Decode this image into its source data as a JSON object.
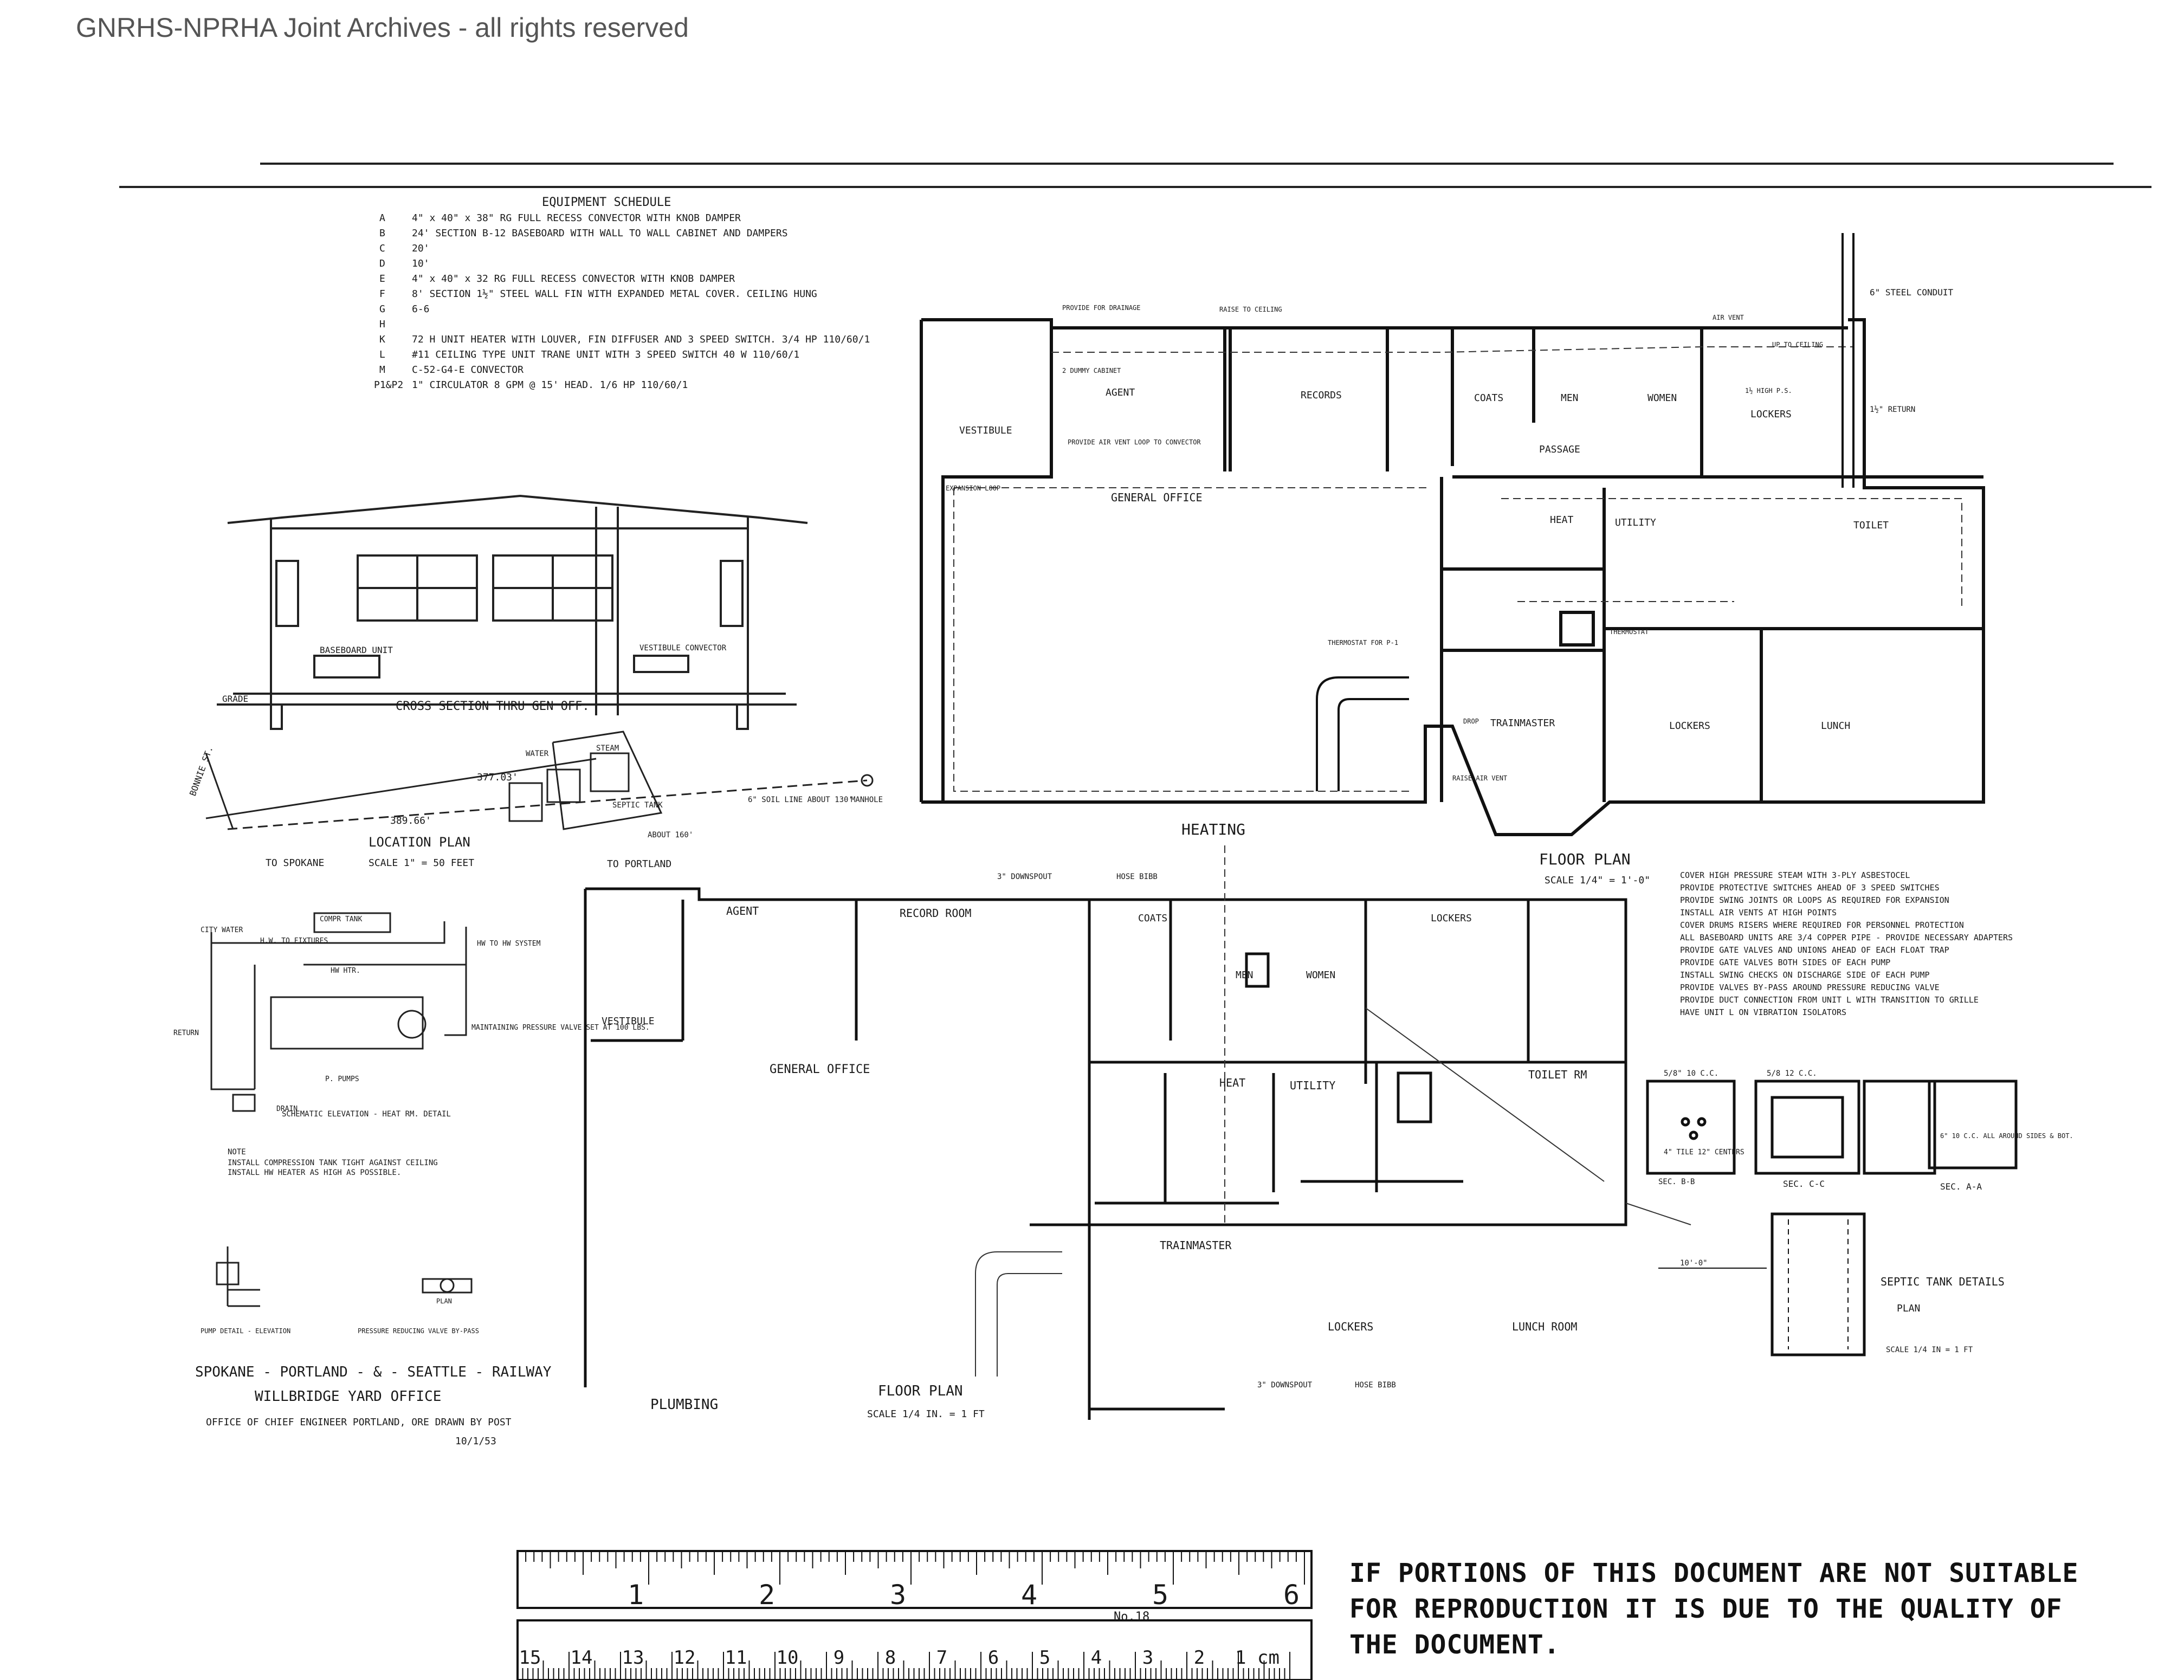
{
  "archive_header": "GNRHS-NPRHA Joint Archives - all rights reserved",
  "equipment_schedule": {
    "title": "EQUIPMENT SCHEDULE",
    "rows": [
      {
        "key": "A",
        "text": "4\" x 40\" x 38\" RG FULL RECESS CONVECTOR WITH KNOB DAMPER"
      },
      {
        "key": "B",
        "text": "24' SECTION B-12 BASEBOARD WITH WALL TO WALL CABINET AND DAMPERS"
      },
      {
        "key": "C",
        "text": "20'"
      },
      {
        "key": "D",
        "text": "10'"
      },
      {
        "key": "E",
        "text": "4\" x 40\" x 32 RG FULL RECESS CONVECTOR WITH KNOB DAMPER"
      },
      {
        "key": "F",
        "text": "8' SECTION 1½\" STEEL WALL FIN WITH EXPANDED METAL COVER. CEILING HUNG"
      },
      {
        "key": "G",
        "text": "6-6"
      },
      {
        "key": "H",
        "text": ""
      },
      {
        "key": "K",
        "text": "72 H UNIT HEATER WITH LOUVER, FIN DIFFUSER AND 3 SPEED SWITCH. 3/4 HP 110/60/1"
      },
      {
        "key": "L",
        "text": "#11 CEILING TYPE UNIT TRANE UNIT WITH 3 SPEED SWITCH 40 W 110/60/1"
      },
      {
        "key": "M",
        "text": "C-52-G4-E CONVECTOR"
      },
      {
        "key": "P1&P2",
        "text": "1\" CIRCULATOR 8 GPM @ 15' HEAD. 1/6 HP 110/60/1"
      }
    ]
  },
  "cross_section": {
    "title": "CROSS SECTION THRU GEN OFF.",
    "baseboard_unit": "BASEBOARD UNIT",
    "vestibule_convector": "VESTIBULE CONVECTOR",
    "grade": "GRADE"
  },
  "location_plan": {
    "title": "LOCATION PLAN",
    "scale": "SCALE 1\" = 50 FEET",
    "to_spokane": "TO SPOKANE",
    "to_portland": "TO PORTLAND",
    "street": "BONNIE ST.",
    "dim1": "377.03'",
    "dim2": "389.66'",
    "water": "WATER",
    "steam": "STEAM",
    "septic_tank": "SEPTIC TANK",
    "soil_line": "6\" SOIL LINE ABOUT 130'",
    "manhole": "MANHOLE",
    "about": "ABOUT 160'"
  },
  "heating_plan": {
    "title": "HEATING",
    "floor_plan": "FLOOR PLAN",
    "scale": "SCALE 1/4\" = 1'-0\"",
    "rooms": {
      "vestibule": "VESTIBULE",
      "agent": "AGENT",
      "records": "RECORDS",
      "coats": "COATS",
      "men": "MEN",
      "women": "WOMEN",
      "lockers_upper": "LOCKERS",
      "passage": "PASSAGE",
      "general_office": "GENERAL OFFICE",
      "heat": "HEAT",
      "utility": "UTILITY",
      "toilet": "TOILET",
      "trainmaster": "TRAINMASTER",
      "lockers_lower": "LOCKERS",
      "lunch": "LUNCH"
    },
    "notes": {
      "provide_drainage": "PROVIDE FOR DRAINAGE",
      "raise_ceiling": "RAISE TO CEILING",
      "dummy_cabinet": "2 DUMMY CABINET",
      "air_vent_loop": "PROVIDE AIR VENT LOOP TO CONVECTOR",
      "expansion_loop": "EXPANSION LOOP",
      "thermostat_p1": "THERMOSTAT FOR P-1",
      "thermostat": "THERMOSTAT",
      "conduit": "6\" STEEL CONDUIT",
      "return": "1½\" RETURN",
      "air_vent": "AIR VENT",
      "up_to_ceiling": "UP TO CEILING",
      "drop": "DROP",
      "raise_air_vent": "RAISE AIR VENT",
      "high_ps": "1½ HIGH P.S."
    }
  },
  "general_notes": [
    "COVER HIGH PRESSURE STEAM WITH 3-PLY ASBESTOCEL",
    "PROVIDE PROTECTIVE SWITCHES AHEAD OF 3 SPEED SWITCHES",
    "PROVIDE SWING JOINTS OR LOOPS AS REQUIRED FOR EXPANSION",
    "INSTALL AIR VENTS AT HIGH POINTS",
    "COVER DRUMS RISERS WHERE REQUIRED FOR PERSONNEL PROTECTION",
    "ALL BASEBOARD UNITS ARE 3/4 COPPER PIPE - PROVIDE NECESSARY ADAPTERS",
    "PROVIDE GATE VALVES AND UNIONS AHEAD OF EACH FLOAT TRAP",
    "PROVIDE GATE VALVES BOTH SIDES OF EACH PUMP",
    "INSTALL SWING CHECKS ON DISCHARGE SIDE OF EACH PUMP",
    "PROVIDE VALVES BY-PASS AROUND PRESSURE REDUCING VALVE",
    "PROVIDE DUCT CONNECTION FROM UNIT L WITH TRANSITION TO GRILLE",
    "HAVE UNIT L ON VIBRATION ISOLATORS"
  ],
  "schematic": {
    "title": "SCHEMATIC ELEVATION - HEAT RM. DETAIL",
    "city_water": "CITY WATER",
    "hw_to_fixtures": "H.W. TO FIXTURES",
    "comp_tank": "COMPR TANK",
    "hw_heater": "HW HTR.",
    "hw_supply": "HW TO HW SYSTEM",
    "return": "RETURN",
    "drain": "DRAIN",
    "pump": "P. PUMPS",
    "reducing_valve": "MAINTAINING PRESSURE VALVE SET AT 100 LBS.",
    "note_title": "NOTE",
    "note1": "INSTALL COMPRESSION TANK TIGHT AGAINST CEILING",
    "note2": "INSTALL HW HEATER AS HIGH AS POSSIBLE.",
    "pump_detail": "PUMP DETAIL - ELEVATION",
    "prv_bypass": "PRESSURE REDUCING VALVE BY-PASS",
    "plan": "PLAN"
  },
  "title_block": {
    "railway": "SPOKANE - PORTLAND - & - SEATTLE - RAILWAY",
    "project": "WILLBRIDGE YARD OFFICE",
    "office": "OFFICE OF CHIEF ENGINEER PORTLAND, ORE  DRAWN BY POST",
    "date": "10/1/53"
  },
  "plumbing_plan": {
    "title": "PLUMBING",
    "floor_plan": "FLOOR PLAN",
    "scale": "SCALE 1/4 IN. = 1 FT",
    "rooms": {
      "agent": "AGENT",
      "record_room": "RECORD ROOM",
      "coats": "COATS",
      "lockers_upper": "LOCKERS",
      "vestibule": "VESTIBULE",
      "men": "MEN",
      "women": "WOMEN",
      "general_office": "GENERAL OFFICE",
      "heat": "HEAT",
      "utility": "UTILITY",
      "toilet_rm": "TOILET RM",
      "trainmaster": "TRAINMASTER",
      "lockers_lower": "LOCKERS",
      "lunch_room": "LUNCH ROOM"
    },
    "notes": {
      "downspout_top": "3\" DOWNSPOUT",
      "hose_bibb_top": "HOSE BIBB",
      "downspout_bottom": "3\" DOWNSPOUT",
      "hose_bibb_bottom": "HOSE BIBB",
      "sec_bb": "SEC. B-B"
    }
  },
  "septic": {
    "title": "SEPTIC TANK DETAILS",
    "plan": "PLAN",
    "scale": "SCALE 1/4 IN = 1 FT",
    "sec_aa": "SEC. A-A",
    "sec_cc": "SEC. C-C",
    "tile": "4\" TILE 12\" CENTERS",
    "all_around": "6\" 10 C.C. ALL AROUND SIDES & BOT.",
    "rebar1": "5/8\" 10 C.C.",
    "rebar2": "5/8 12 C.C.",
    "dim": "10'-0\""
  },
  "ruler": {
    "inch_marks": [
      "1",
      "2",
      "3",
      "4",
      "5",
      "6"
    ],
    "cm_marks": [
      "15",
      "14",
      "13",
      "12",
      "11",
      "10",
      "9",
      "8",
      "7",
      "6",
      "5",
      "4",
      "3",
      "2",
      "1 cm"
    ],
    "model": "No.18"
  },
  "quality_notice": "IF PORTIONS OF THIS DOCUMENT ARE NOT SUITABLE FOR REPRODUCTION IT IS DUE TO THE QUALITY OF THE DOCUMENT."
}
